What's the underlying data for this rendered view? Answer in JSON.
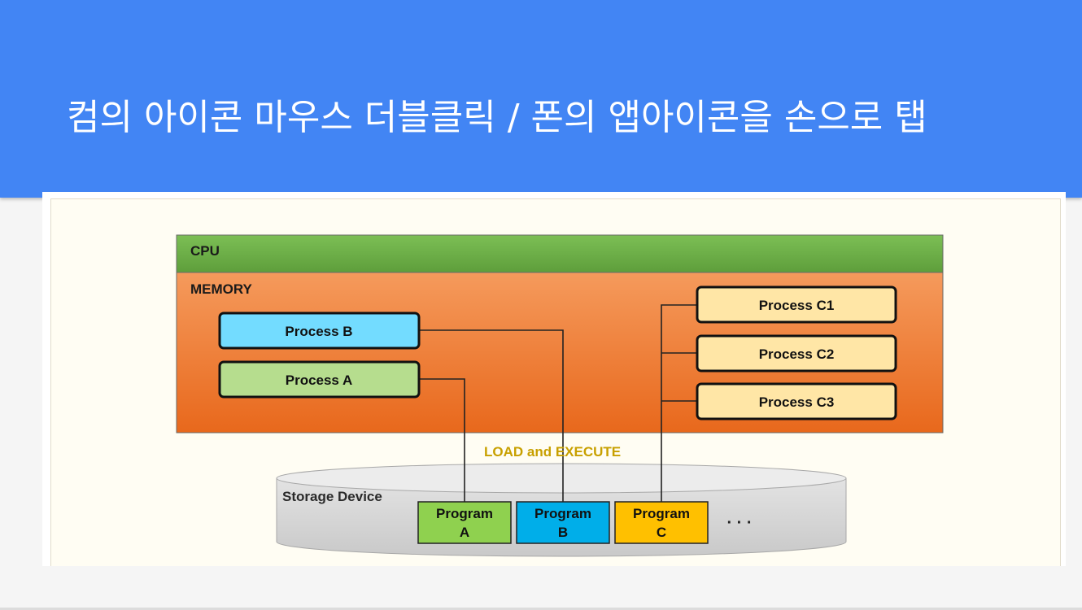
{
  "slide": {
    "title": "컴의 아이콘 마우스 더블클릭 / 폰의 앱아이콘을 손으로 탭"
  },
  "diagram": {
    "cpu_label": "CPU",
    "memory_label": "MEMORY",
    "process_b": "Process B",
    "process_a": "Process A",
    "process_c1": "Process C1",
    "process_c2": "Process C2",
    "process_c3": "Process C3",
    "load_execute": "LOAD and EXECUTE",
    "storage_label": "Storage Device",
    "program_a_line1": "Program",
    "program_a_line2": "A",
    "program_b_line1": "Program",
    "program_b_line2": "B",
    "program_c_line1": "Program",
    "program_c_line2": "C",
    "ellipsis": "· · ·"
  },
  "colors": {
    "header": "#4285f4",
    "cpu": "#6aa84f",
    "memory": "#f07a2c",
    "process_b": "#73dcff",
    "process_a": "#b6dd8e",
    "process_c": "#ffe6a6",
    "program_a": "#8fd14f",
    "program_b": "#00aee9",
    "program_c": "#ffc000",
    "load_text": "#c8a000"
  }
}
